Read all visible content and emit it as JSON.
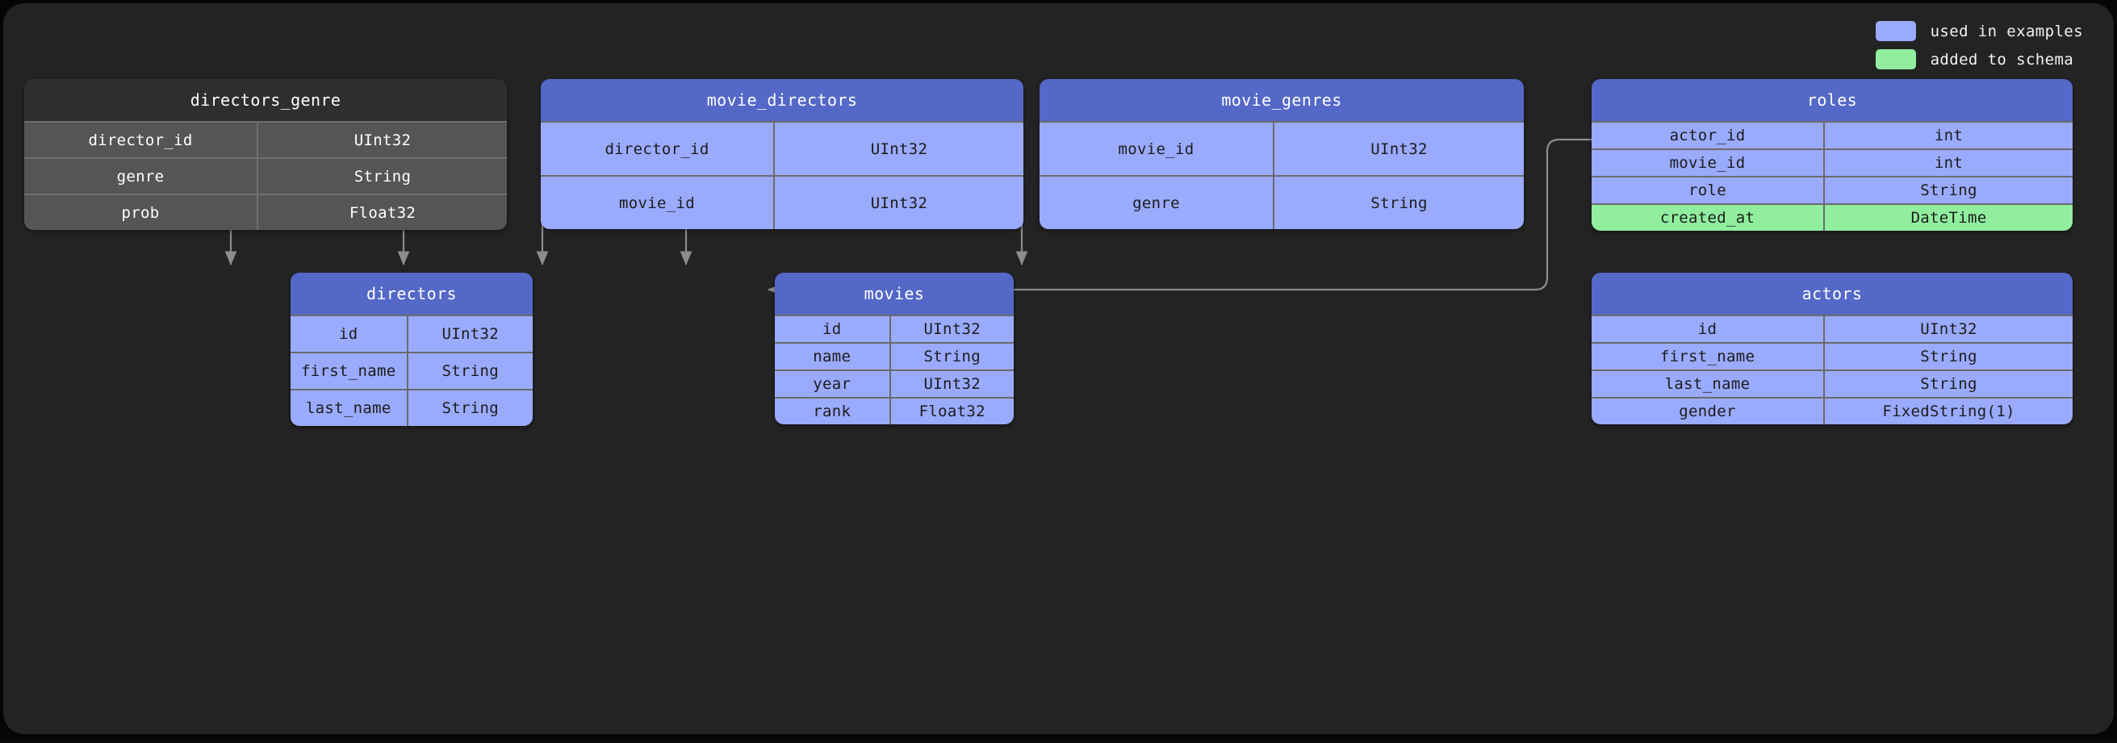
{
  "legend": {
    "items": [
      {
        "label": "used in examples",
        "color": "#9aaafc",
        "swatch_name": "legend-swatch-used-in-examples"
      },
      {
        "label": "added to schema",
        "color": "#90ee9e",
        "swatch_name": "legend-swatch-added-to-schema"
      }
    ]
  },
  "diagram": {
    "type": "database-schema",
    "tables": [
      {
        "name": "directors_genre",
        "style": "grey",
        "columns": [
          {
            "name": "director_id",
            "type": "UInt32",
            "state": "normal"
          },
          {
            "name": "genre",
            "type": "String",
            "state": "normal"
          },
          {
            "name": "prob",
            "type": "Float32",
            "state": "normal"
          }
        ]
      },
      {
        "name": "movie_directors",
        "style": "purple",
        "columns": [
          {
            "name": "director_id",
            "type": "UInt32",
            "state": "normal"
          },
          {
            "name": "movie_id",
            "type": "UInt32",
            "state": "normal"
          }
        ]
      },
      {
        "name": "movie_genres",
        "style": "purple",
        "columns": [
          {
            "name": "movie_id",
            "type": "UInt32",
            "state": "normal"
          },
          {
            "name": "genre",
            "type": "String",
            "state": "normal"
          }
        ]
      },
      {
        "name": "roles",
        "style": "purple",
        "columns": [
          {
            "name": "actor_id",
            "type": "int",
            "state": "normal"
          },
          {
            "name": "movie_id",
            "type": "int",
            "state": "normal"
          },
          {
            "name": "role",
            "type": "String",
            "state": "normal"
          },
          {
            "name": "created_at",
            "type": "DateTime",
            "state": "added"
          }
        ]
      },
      {
        "name": "directors",
        "style": "purple",
        "columns": [
          {
            "name": "id",
            "type": "UInt32",
            "state": "normal"
          },
          {
            "name": "first_name",
            "type": "String",
            "state": "normal"
          },
          {
            "name": "last_name",
            "type": "String",
            "state": "normal"
          }
        ]
      },
      {
        "name": "movies",
        "style": "purple",
        "columns": [
          {
            "name": "id",
            "type": "UInt32",
            "state": "normal"
          },
          {
            "name": "name",
            "type": "String",
            "state": "normal"
          },
          {
            "name": "year",
            "type": "UInt32",
            "state": "normal"
          },
          {
            "name": "rank",
            "type": "Float32",
            "state": "normal"
          }
        ]
      },
      {
        "name": "actors",
        "style": "purple",
        "columns": [
          {
            "name": "id",
            "type": "UInt32",
            "state": "normal"
          },
          {
            "name": "first_name",
            "type": "String",
            "state": "normal"
          },
          {
            "name": "last_name",
            "type": "String",
            "state": "normal"
          },
          {
            "name": "gender",
            "type": "FixedString(1)",
            "state": "normal"
          }
        ]
      }
    ],
    "relations": [
      {
        "from": "directors_genre",
        "to": "directors"
      },
      {
        "from": "movie_directors",
        "to": "directors"
      },
      {
        "from": "movie_directors",
        "to": "movies"
      },
      {
        "from": "movie_genres",
        "to": "movies"
      },
      {
        "from": "roles",
        "to": "movies"
      },
      {
        "from": "roles",
        "to": "actors"
      }
    ]
  }
}
